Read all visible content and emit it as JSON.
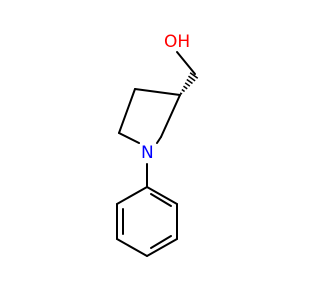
{
  "molecule": {
    "atoms": {
      "oxygen": {
        "symbol": "OH",
        "color": "#ff0000"
      },
      "nitrogen": {
        "symbol": "N",
        "color": "#0000ff"
      }
    },
    "stereo": {
      "type": "hashed-wedge"
    },
    "bond_color": "#000000",
    "background": "#ffffff"
  }
}
